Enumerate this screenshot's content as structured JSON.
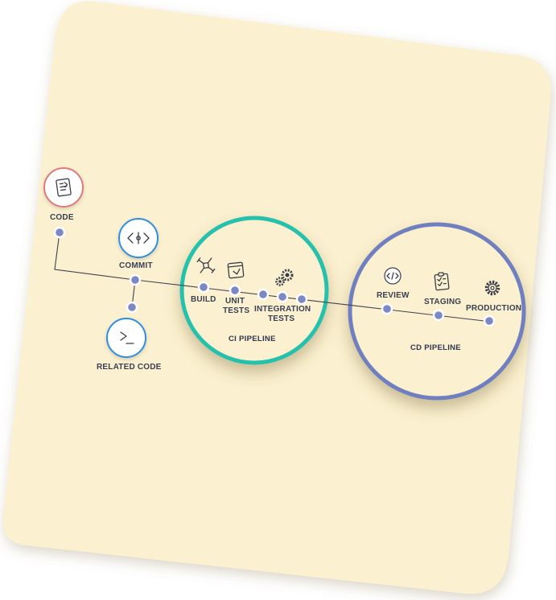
{
  "stages": {
    "code": "CODE",
    "commit": "COMMIT",
    "related_code": "RELATED CODE",
    "build": "BUILD",
    "unit_tests_1": "UNIT",
    "unit_tests_2": "TESTS",
    "integration_tests_1": "INTEGRATION",
    "integration_tests_2": "TESTS",
    "review": "REVIEW",
    "staging": "STAGING",
    "production": "PRODUCTION"
  },
  "pipelines": {
    "ci": "CI PIPELINE",
    "cd": "CD PIPELINE"
  },
  "colors": {
    "card": "#fbf0cf",
    "line": "#3f4250",
    "node": "#7b88c4",
    "ci_ring": "#27c1ad",
    "cd_ring": "#6f7fbf",
    "icon_ring_blue": "#2f8ee0",
    "icon_ring_red": "#e07a7a"
  },
  "icons": [
    "code-file-icon",
    "code-brackets-icon",
    "terminal-icon",
    "build-tools-icon",
    "unit-test-icon",
    "gears-icon",
    "review-code-icon",
    "staging-clipboard-icon",
    "production-gear-icon"
  ]
}
